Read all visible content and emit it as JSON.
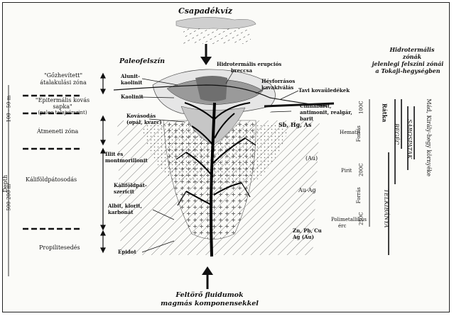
{
  "title_top": "Csapadékvíz",
  "title_bottom_1": "Feltörő fluidumok",
  "title_bottom_2": "magmás komponensekkel",
  "paleo_surface": "Paleofelszín",
  "depth_axis": {
    "label": "Depth",
    "upper": "100 - 50 m",
    "lower": "500-200 m"
  },
  "zones": {
    "steamed": [
      "\"Gőzhevített\"",
      "átalakulási zóna"
    ],
    "sinter": [
      "\"Epitermális kovás",
      "sapka\"",
      "(paleo talajvízszint)"
    ],
    "transition": "Átmeneti zóna",
    "kfeldspar": "Káliföldpátosodás",
    "propylitic": "Propilitesedés"
  },
  "minerals": {
    "alunite": [
      "Alunit-",
      "kaolinit"
    ],
    "kaolinite": "Kaolinit",
    "silicification": [
      "Kovásodás",
      "(opál, kvarc)"
    ],
    "illite": [
      "Illit és",
      "montmorillonit"
    ],
    "kfeldspar_sericite": [
      "Káliföldpát-",
      "szericit"
    ],
    "albite": [
      "Albit, klorit,",
      "karbonát"
    ],
    "epidote": "Epidot"
  },
  "features": {
    "breccia": [
      "Hidrotermális erupciós",
      "breccsa"
    ],
    "hotspring": [
      "Hévforrásos",
      "kavakiválás"
    ],
    "lake": "Tavi kovaüledékek",
    "cinnabar": [
      "Cinnabarit,",
      "antimonit, realgár,",
      "barit"
    ]
  },
  "elements": {
    "sbhgas": "Sb, Hg, As",
    "au": "(Au)",
    "auag": "Au-Ag",
    "znpb": [
      "Zn, Pb, Cu",
      "Ag (Au)"
    ]
  },
  "minerals_right": {
    "hematite": "Hematit",
    "pyrite": "Pirit",
    "polymetallic": [
      "Polimetallikus",
      "érc"
    ]
  },
  "temperatures": {
    "boiling1": "Forrás",
    "t100": "100C",
    "t200": "200C",
    "boiling2": "Forrás",
    "t250": "250C"
  },
  "legend_title": [
    "Hidrotermális",
    "zónák",
    "jelenlegi felszíni zónái",
    "a Tokaji-hegységben"
  ],
  "localities": {
    "mad": "Mád, Király-hegy környéke",
    "ratka": "Rátka",
    "sarospatak": "SÁROSPATAK",
    "regec": "REGÉC",
    "telkibanya": "TELKIBÁNYA"
  }
}
